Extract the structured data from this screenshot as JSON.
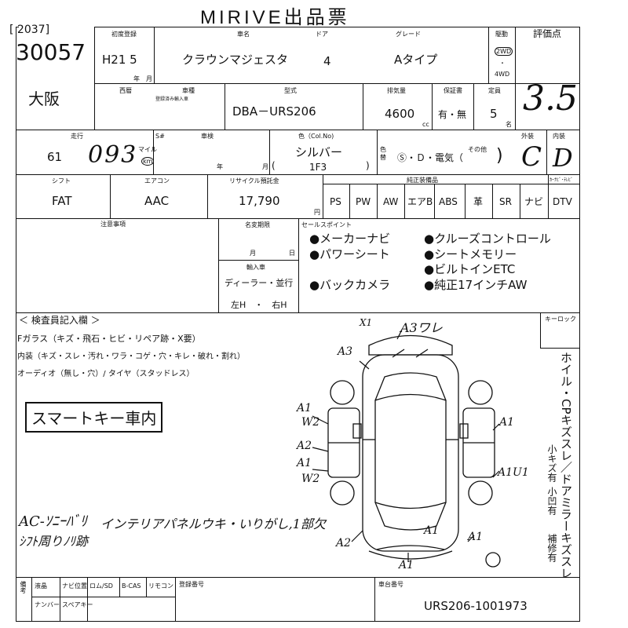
{
  "header": {
    "title": "MIRIVE出品票",
    "code": "2037",
    "lot": "30057",
    "site": "大阪"
  },
  "row1": {
    "labels": {
      "first_reg": "初度登録",
      "car_name": "車名",
      "doors": "ドア",
      "grade": "グレード",
      "drive": "駆動",
      "score": "評価点"
    },
    "first_reg": "H21  5",
    "year_unit": "年",
    "month_unit": "月",
    "car_name": "クラウンマジェスタ",
    "doors": "4",
    "grade": "Aタイプ",
    "drive_2wd": "2WD",
    "drive_4wd": "4WD",
    "score": "3.5"
  },
  "row2": {
    "labels": {
      "western": "西暦",
      "model_type": "車種",
      "model": "型式",
      "displacement": "排気量",
      "warranty": "保証書",
      "capacity": "定員"
    },
    "import_note": "登録済み輸入車",
    "model": "DBA－URS206",
    "displacement": "4600",
    "cc": "cc",
    "warranty": "有・無",
    "capacity": "5",
    "capacity_unit": "名"
  },
  "row3": {
    "labels": {
      "mileage": "走行",
      "mileage_unit": "S#",
      "inspection": "車検",
      "color": "色（Col.No)",
      "exterior": "外装",
      "interior": "内装"
    },
    "mileage_prefix": "61",
    "mileage_hw": "093",
    "mile_unit": "マイル",
    "km": "km",
    "insp_year": "年",
    "insp_month": "月",
    "color": "シルバー",
    "color_no": "1F3",
    "color_label": "色替",
    "paint": "Ⓢ・Ｄ・電気（",
    "paint_other": "その他",
    "exterior": "C",
    "interior": "D"
  },
  "row4": {
    "labels": {
      "shift": "シフト",
      "ac": "エアコン",
      "recycle": "リサイクル預託金",
      "equipment": "純正装備品",
      "navi_tv": "ｶｰﾅﾋﾞ･ﾃﾚﾋﾞ"
    },
    "shift": "FAT",
    "ac": "AAC",
    "recycle": "17,790",
    "yen": "円",
    "equip": [
      "PS",
      "PW",
      "AW",
      "エアB",
      "ABS",
      "革",
      "SR",
      "ナビ",
      "DTV"
    ]
  },
  "notes": {
    "label": "注意事項",
    "history_label": "名変期限",
    "month": "月",
    "day": "日",
    "import_label": "輸入車",
    "dealer": "ディーラー・並行",
    "handle": "左H　・　右H",
    "sales_label": "セールスポイント",
    "sales_points": [
      "メーカーナビ",
      "クルーズコントロール",
      "パワーシート",
      "シートメモリー",
      "ビルトインETC",
      "バックカメラ",
      "純正17インチAW"
    ]
  },
  "inspector": {
    "label": "＜ 検査員記入欄 ＞",
    "glass": "Fガラス（キズ・飛石・ヒビ・リペア跡・X要）",
    "interior": "内装（キズ・スレ・汚れ・ワラ・コゲ・穴・キレ・破れ・割れ）",
    "audio": "オーディオ（無し・穴）/ タイヤ（スタッドレス）",
    "key_label": "キーロック",
    "smart_key": "スマートキー車内",
    "hw_note1": "AC-ｿﾆｰﾊﾞﾘ",
    "hw_note2": "ｼﾌﾄ周りﾉﾘ跡",
    "hw_note3": "インテリアパネルウキ・いりがし,1部欠",
    "side_text": "ホイル・CPキズスレ／ドアミラーキズスレ",
    "side_small1": "小キズ有",
    "side_small2": "小凹有",
    "side_small3": "補修有",
    "marks": {
      "a3w": "A3ワレ",
      "xl": "X1",
      "a3": "A3",
      "a1": "A1",
      "w2": "W2",
      "a2": "A2",
      "a1u1": "A1U1"
    }
  },
  "footer": {
    "labels": [
      "液晶",
      "ナビ位置",
      "ロム/SD",
      "B-CAS",
      "リモコン"
    ],
    "labels2": [
      "ナンバー",
      "スペアキー"
    ],
    "remark": "備考",
    "reg_no": "登録番号",
    "chassis_label": "車台番号",
    "chassis": "URS206-1001973"
  }
}
